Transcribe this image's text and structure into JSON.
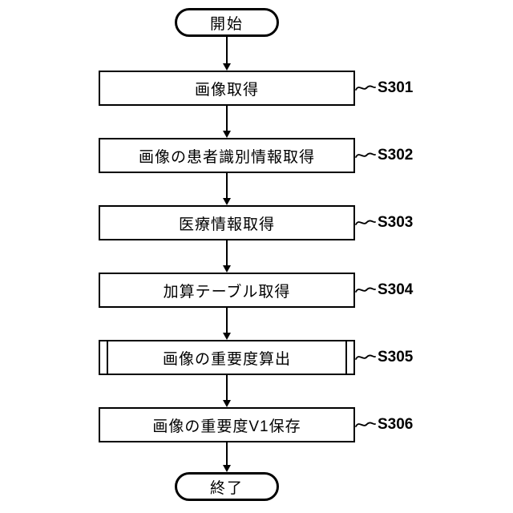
{
  "diagram": {
    "type": "flowchart",
    "language": "ja",
    "colors": {
      "line": "#000000",
      "background": "#ffffff"
    },
    "start": {
      "label": "開始"
    },
    "end": {
      "label": "終了"
    },
    "steps": [
      {
        "label": "画像取得",
        "tag": "S301",
        "shape": "process"
      },
      {
        "label": "画像の患者識別情報取得",
        "tag": "S302",
        "shape": "process"
      },
      {
        "label": "医療情報取得",
        "tag": "S303",
        "shape": "process"
      },
      {
        "label": "加算テーブル取得",
        "tag": "S304",
        "shape": "process"
      },
      {
        "label": "画像の重要度算出",
        "tag": "S305",
        "shape": "subroutine"
      },
      {
        "label": "画像の重要度V1保存",
        "tag": "S306",
        "shape": "process"
      }
    ],
    "flow": [
      "開始",
      "S301",
      "S302",
      "S303",
      "S304",
      "S305",
      "S306",
      "終了"
    ]
  }
}
